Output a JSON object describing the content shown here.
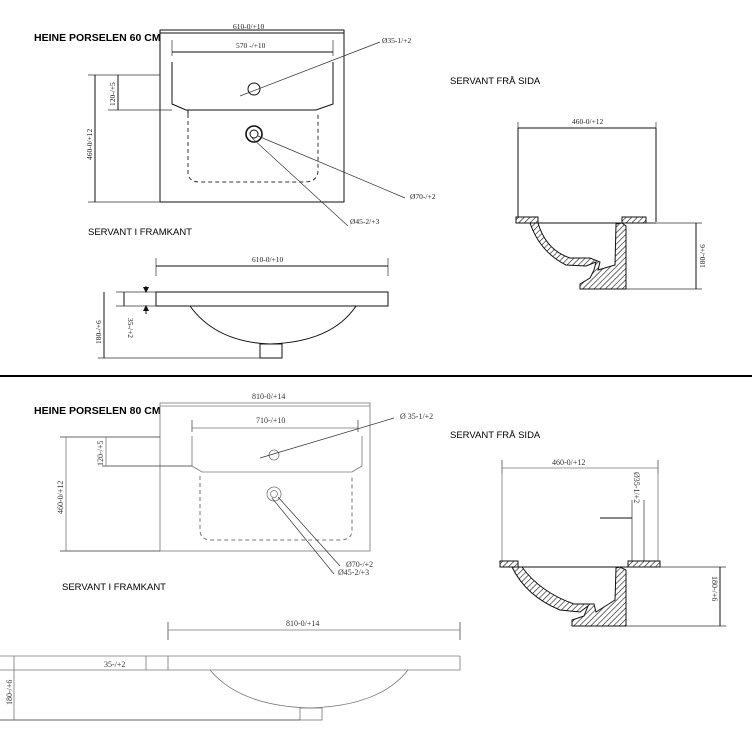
{
  "sections": [
    {
      "title": "HEINE PORSELEN 60 CM",
      "side_label": "SERVANT FRÅ SIDA",
      "front_label": "SERVANT I FRAMKANT",
      "top_view": {
        "width": "610-0/+10",
        "inner_width": "570 -/+10",
        "depth": "460-0/+12",
        "tap_offset": "120-/+5",
        "tap_hole": "Ø35-1/+2",
        "drain_outer": "Ø70-/+2",
        "drain_inner": "Ø45-2/+3"
      },
      "side_view": {
        "depth": "460-0/+12",
        "height": "180-/+6"
      },
      "front_view": {
        "width": "610-0/+10",
        "rim": "35-/+2",
        "height": "180-/+6"
      }
    },
    {
      "title": "HEINE PORSELEN 80 CM",
      "side_label": "SERVANT FRÅ SIDA",
      "front_label": "SERVANT I FRAMKANT",
      "top_view": {
        "width": "810-0/+14",
        "inner_width": "710-/+10",
        "depth": "460-0/+12",
        "tap_offset": "120-/+5",
        "tap_hole": "Ø 35-1/+2",
        "drain_outer": "Ø70-/+2",
        "drain_inner": "Ø45-2/+3"
      },
      "side_view": {
        "depth": "460-0/+12",
        "height": "180-/+6",
        "tap_hole": "Ø35-1/+2"
      },
      "front_view": {
        "width": "810-0/+14",
        "rim": "35-/+2",
        "height": "180-/+6"
      }
    }
  ]
}
